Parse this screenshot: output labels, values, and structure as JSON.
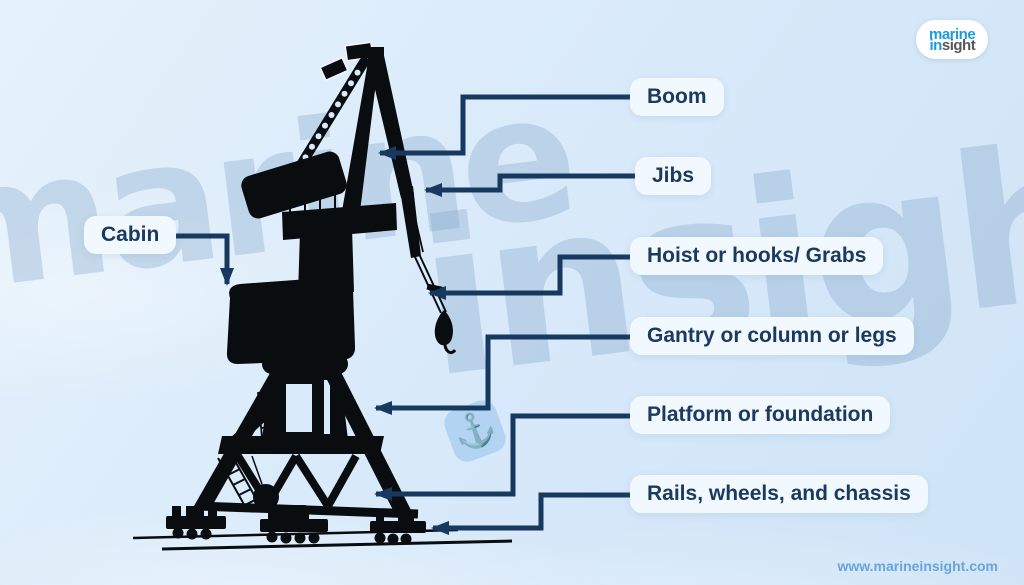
{
  "logo": {
    "word_top": "marine",
    "word_bottom_blue": "in",
    "word_bottom_gray": "sight"
  },
  "watermark": {
    "word1": "marine",
    "word2": "insight",
    "anchor_icon": "⚓"
  },
  "labels": {
    "boom": "Boom",
    "jibs": "Jibs",
    "hoist": "Hoist or hooks/ Grabs",
    "gantry": "Gantry or column or legs",
    "platform": "Platform or foundation",
    "rails": "Rails, wheels, and chassis",
    "cabin": "Cabin"
  },
  "footer": {
    "website": "www.marineinsight.com"
  },
  "colors": {
    "background": "#d9eafa",
    "connector": "#17395f",
    "label_text": "#1b3a60",
    "label_background": "#f1f8fe",
    "crane_silhouette": "#0a0d10",
    "brand_blue": "#1b9ce0",
    "brand_gray": "#57585a",
    "watermark_blue": "#b9d1e8",
    "url_text": "#69a4dc"
  }
}
